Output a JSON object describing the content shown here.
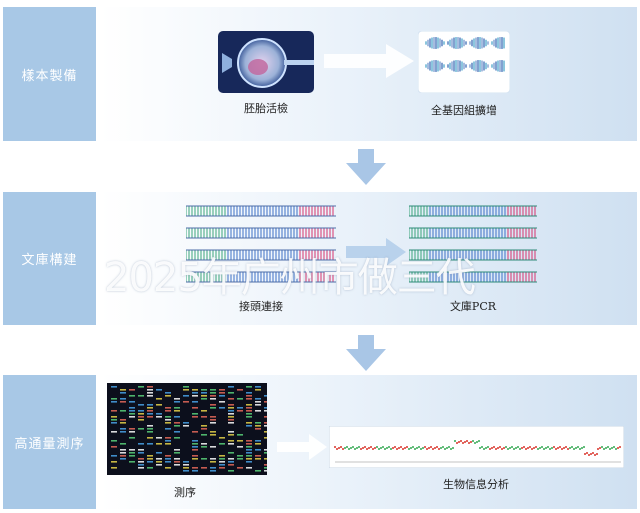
{
  "stages": {
    "sample_prep": {
      "label": "樣本製備",
      "embryo_biopsy": "胚胎活檢",
      "wga": "全基因組擴增"
    },
    "library": {
      "label": "文庫構建",
      "adapter_ligation": "接頭連接",
      "library_pcr": "文庫PCR"
    },
    "sequencing": {
      "label": "高通量測序",
      "sequencing": "測序",
      "bioinformatics": "生物信息分析"
    }
  },
  "watermark": "2025年广州市做三代",
  "colors": {
    "label_bg": "#a8c8e6",
    "arrow": "#a9c6e6",
    "strand_green": "#3aa57a",
    "strand_red": "#d6336c",
    "strand_blue": "#3b6fc6",
    "cnv_red": "#d9342b",
    "cnv_green": "#34a853"
  }
}
